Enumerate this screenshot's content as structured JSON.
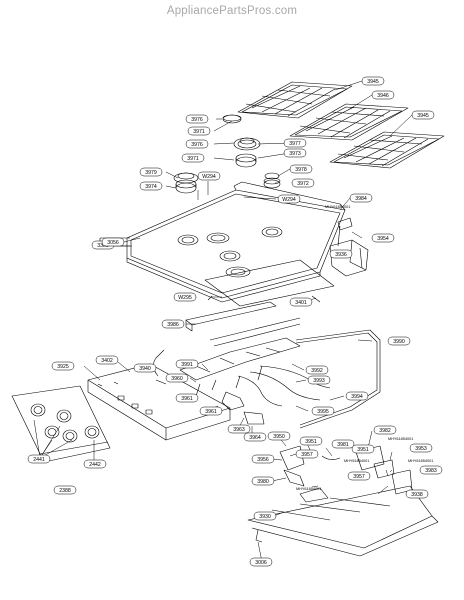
{
  "watermark": "AppliancePartsPros.com",
  "parts": {
    "p3945a": "3945",
    "p3946": "3946",
    "p3945b": "3945",
    "p3976a": "3976",
    "p3971a": "3971",
    "p3977": "3977",
    "p3976b": "3976",
    "p3973": "3973",
    "p3971b": "3971",
    "p3979": "3979",
    "p3978": "3978",
    "p3974": "3974",
    "pW294a": "W294",
    "p3972": "3972",
    "pW294b": "W294",
    "p3984": "3984",
    "m1": "MHY61854001",
    "p3385": "3385",
    "p3056": "3056",
    "p3954": "3954",
    "p3936": "3936",
    "pW295": "W295",
    "p3401": "3401",
    "p3986": "3986",
    "p3990": "3990",
    "p3925": "3925",
    "p3402": "3402",
    "p3940": "3940",
    "p3991": "3991",
    "p3992": "3992",
    "p3960": "3960",
    "p3993": "3993",
    "p3994": "3994",
    "p3961a": "3961",
    "p3961b": "3961",
    "p3995": "3995",
    "p3963": "3963",
    "p3964": "3964",
    "p3950": "3950",
    "p3982": "3982",
    "m2": "MHY61854001",
    "p3951a": "3951",
    "p3981": "3981",
    "p3953": "3953",
    "p3956": "3956",
    "p3957a": "3957",
    "p3951b": "3951",
    "m3": "MHY61854001",
    "m4": "MHY61854001",
    "p3983": "3983",
    "p3980": "3980",
    "p3957b": "3957",
    "p3938": "3938",
    "m5": "MHY61854001",
    "p3930": "3930",
    "p2441": "2441",
    "p2442": "2442",
    "p2388": "2388",
    "p3006": "3006"
  }
}
